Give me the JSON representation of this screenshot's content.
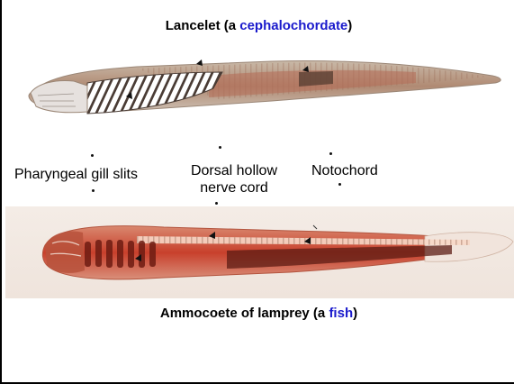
{
  "top_title": {
    "prefix": "Lancelet (a ",
    "highlight": "cephalochordate",
    "suffix": ")"
  },
  "bottom_title": {
    "prefix": "Ammocoete of lamprey (a ",
    "highlight": "fish",
    "suffix": ")"
  },
  "labels": {
    "gill_slits": "Pharyngeal gill slits",
    "nerve_cord_line1": "Dorsal hollow",
    "nerve_cord_line2": "nerve cord",
    "notochord": "Notochord"
  },
  "colors": {
    "highlight": "#1a1acc"
  }
}
